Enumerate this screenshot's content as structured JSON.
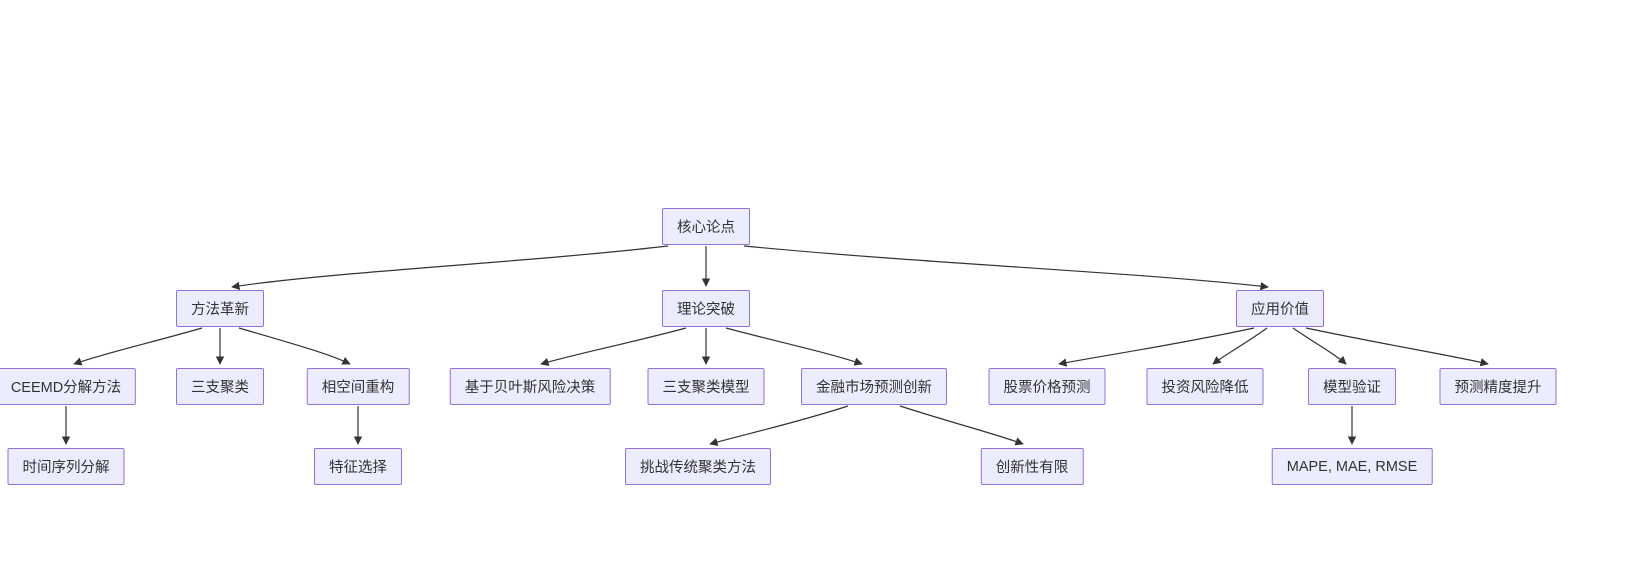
{
  "diagram": {
    "type": "flowchart-tree",
    "colors": {
      "node_fill": "#ECECFF",
      "node_border": "#9370DB",
      "edge": "#333333",
      "text": "#333333",
      "background": "#ffffff"
    },
    "nodes": {
      "root": "核心论点",
      "method": "方法革新",
      "theory": "理论突破",
      "application": "应用价值",
      "ceemd": "CEEMD分解方法",
      "three_way": "三支聚类",
      "phase_space": "相空间重构",
      "bayes_risk": "基于贝叶斯风险决策",
      "three_way_model": "三支聚类模型",
      "finance_forecast": "金融市场预测创新",
      "stock_price": "股票价格预测",
      "risk_reduce": "投资风险降低",
      "model_validation": "模型验证",
      "accuracy": "预测精度提升",
      "time_series": "时间序列分解",
      "feature_select": "特征选择",
      "challenge_cluster": "挑战传统聚类方法",
      "limited_innovation": "创新性有限",
      "metrics": "MAPE, MAE, RMSE"
    },
    "edges": [
      {
        "from": "root",
        "to": "method"
      },
      {
        "from": "root",
        "to": "theory"
      },
      {
        "from": "root",
        "to": "application"
      },
      {
        "from": "method",
        "to": "ceemd"
      },
      {
        "from": "method",
        "to": "three_way"
      },
      {
        "from": "method",
        "to": "phase_space"
      },
      {
        "from": "theory",
        "to": "bayes_risk"
      },
      {
        "from": "theory",
        "to": "three_way_model"
      },
      {
        "from": "theory",
        "to": "finance_forecast"
      },
      {
        "from": "application",
        "to": "stock_price"
      },
      {
        "from": "application",
        "to": "risk_reduce"
      },
      {
        "from": "application",
        "to": "model_validation"
      },
      {
        "from": "application",
        "to": "accuracy"
      },
      {
        "from": "ceemd",
        "to": "time_series"
      },
      {
        "from": "phase_space",
        "to": "feature_select"
      },
      {
        "from": "finance_forecast",
        "to": "challenge_cluster"
      },
      {
        "from": "finance_forecast",
        "to": "limited_innovation"
      },
      {
        "from": "model_validation",
        "to": "metrics"
      }
    ]
  }
}
